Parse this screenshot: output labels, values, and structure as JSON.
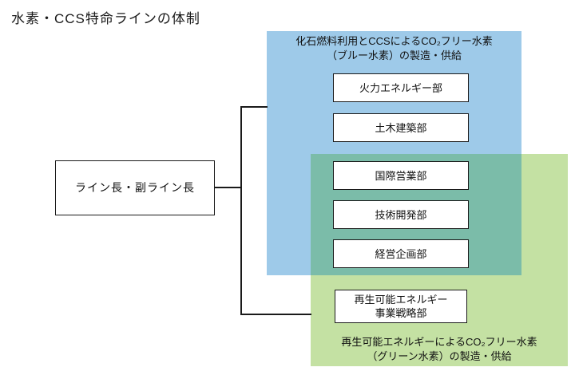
{
  "title": "水素・CCS特命ラインの体制",
  "colors": {
    "blue_region": "#9ECAE9",
    "green_region": "#C4E1A3",
    "overlap_region": "#7BBCA9",
    "line": "#1A1A1A",
    "box_background": "#FFFFFF",
    "box_border": "#1A1A1A"
  },
  "leader_box": {
    "label": "ライン長・副ライン長"
  },
  "blue_group": {
    "heading_line1": "化石燃料利用とCCSによるCO₂フリー水素",
    "heading_line2": "（ブルー水素）の製造・供給",
    "departments": [
      "火力エネルギー部",
      "土木建築部"
    ]
  },
  "overlap_group": {
    "departments": [
      "国際営業部",
      "技術開発部",
      "経営企画部"
    ]
  },
  "green_group": {
    "heading_line1": "再生可能エネルギーによるCO₂フリー水素",
    "heading_line2": "（グリーン水素）の製造・供給",
    "department_line1": "再生可能エネルギー",
    "department_line2": "事業戦略部"
  }
}
